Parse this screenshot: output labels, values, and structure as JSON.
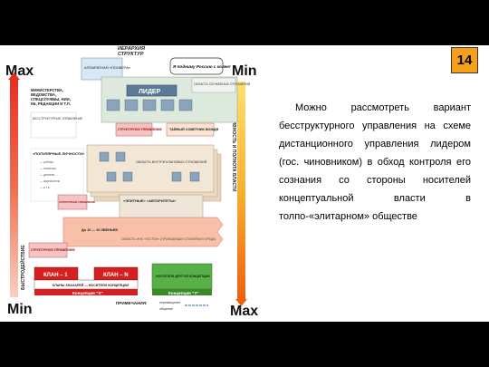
{
  "slide": {
    "number": "14",
    "paragraph": "Можно рассмотреть вариант бесструктурного управления на схеме дистанционного управления лидером (гос. чиновником) в обход контроля его сознания со стороны носителей концептуальной власти в толпо-«элитарном» обществе"
  },
  "diagram": {
    "title_top": "ИЕРАРХИЯ",
    "title_bottom": "СТРУКТУР",
    "bubble": "Я подниму Россию с колен!",
    "scale_max": "Max",
    "scale_min": "Min",
    "left_axis": "БЫСТРОДЕЙСТВИЕ",
    "right_axis": "ЭФФЕКТИВНОСТЬ И ПОЛНОТА ВЛАСТИ",
    "leader": "ЛИДЕР",
    "app_box": "АППАРАТНАЯ «ПОЧВЕРА»",
    "region_box": "ОБЛАСТЬ СЛУЖЕБНЫХ ОТНОШЕНИЙ",
    "ministries": "МИНИСТЕРСТВА, ВЕДОМСТВА, СПЕЦСЛУЖБЫ, НИИ, КБ, РЕДАКЦИИ И Т.П.",
    "structless_mgmt": "БЕССТРУКТУРНОЕ УПРАВЛЕНИЕ",
    "struct_mgmt": "СТРУКТУРНОЕ УПРАВЛЕНИЕ",
    "advisor": "ТАЙНЫЙ СОВЕТНИК ВОЖДЯ",
    "popular": "«ПОПУЛЯРНЫЕ ЛИЧНОСТИ»",
    "inner_relations": "ОБЛАСТЬ ВНУТРИ КЛАНОВЫХ ОТНОШЕНИЙ",
    "authorities": "«ЭЛИТНЫЕ» «АВТОРИТЕТЫ»",
    "levels": "До 10 — 20 ЗВЕНЬЕВ",
    "region_mass": "ОБЛАСТЬ ИНЕ «ГОСТОЛ» (ПРОВОДЯЩАЯ СТИХИЙНАЯ СРЕДА)",
    "clan1": "КЛАН – 1",
    "clan2": "КЛАН – N",
    "clans_label": "КЛАНЫ ЗНАХАРЕЙ — НОСИТЕЛИ КОНЦЕПЦИИ",
    "concept_x": "Концепция \"Х\"",
    "carriers": "НОСИТЕЛИ ДРУГОЙ КОНЦЕПЦИИ",
    "concept_y": "Концепция \"Y\"",
    "note": "ПРИМЕЧАНИЯ:",
    "note_text": "перемещение",
    "note_text2": "общение"
  }
}
